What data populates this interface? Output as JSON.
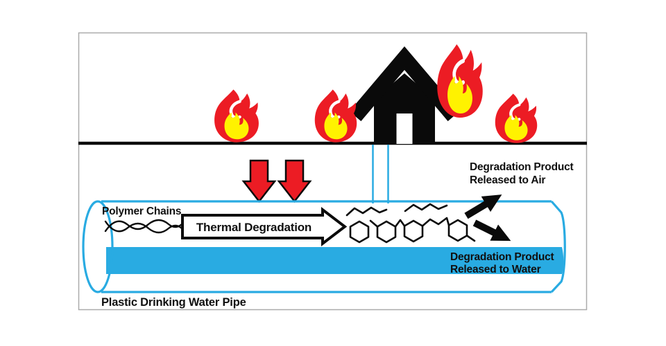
{
  "colors": {
    "pipe_blue": "#29ABE2",
    "flame_red": "#EC1C24",
    "flame_yellow": "#FFF200",
    "ink_black": "#0a0a0a",
    "frame_gray": "#ABABAB"
  },
  "labels": {
    "polymer_chains": "Polymer Chains",
    "thermal_degradation": "Thermal Degradation",
    "air_line1": "Degradation Product",
    "air_line2": "Released to Air",
    "water_line1": "Degradation Product",
    "water_line2": "Released to Water",
    "pipe": "Plastic Drinking Water Pipe"
  },
  "icons": {
    "fire": "fire-icon",
    "house": "house-icon",
    "heat_arrow": "heat-down-arrow-icon",
    "polymer_chain": "polymer-chain-squiggle-icon",
    "molecules": "degradation-molecules-icon",
    "release_air_arrow": "release-to-air-arrow-icon",
    "release_water_arrow": "release-to-water-arrow-icon"
  },
  "scene": {
    "fire_count": 4,
    "heat_arrow_count": 2,
    "service_line_count": 2
  }
}
